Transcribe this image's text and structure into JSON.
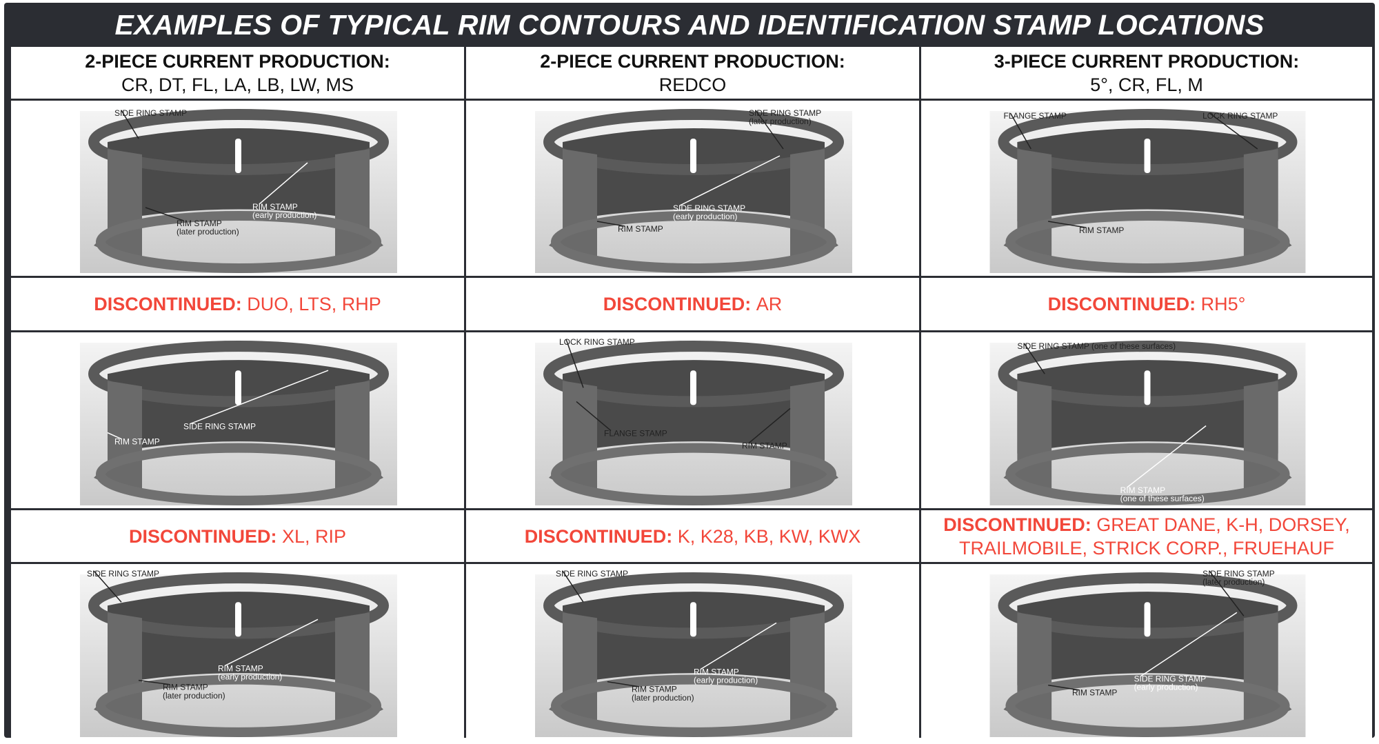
{
  "title": "EXAMPLES OF TYPICAL RIM CONTOURS AND IDENTIFICATION STAMP LOCATIONS",
  "headers": [
    {
      "line1": "2-PIECE CURRENT PRODUCTION:",
      "line2": "CR, DT, FL, LA, LB, LW, MS"
    },
    {
      "line1": "2-PIECE CURRENT PRODUCTION:",
      "line2": "REDCO"
    },
    {
      "line1": "3-PIECE CURRENT PRODUCTION:",
      "line2": "5°, CR, FL, M"
    }
  ],
  "discontinued_label": "DISCONTINUED",
  "discontinued": [
    {
      "label": "DISCONTINUED:",
      "value": "DUO, LTS, RHP"
    },
    {
      "label": "DISCONTINUED:",
      "value": "AR"
    },
    {
      "label": "DISCONTINUED:",
      "value": "RH5°"
    },
    {
      "label": "DISCONTINUED:",
      "value": "XL, RIP"
    },
    {
      "label": "DISCONTINUED:",
      "value": "K, K28, KB, KW, KWX"
    },
    {
      "label": "DISCONTINUED:",
      "value": "GREAT DANE, K-H, DORSEY, TRAILMOBILE, STRICK CORP., FRUEHAUF"
    }
  ],
  "images": [
    {
      "labels": [
        "SIDE RING STAMP",
        "RIM STAMP",
        "(early production)",
        "RIM STAMP",
        "(later production)"
      ]
    },
    {
      "labels": [
        "SIDE RING STAMP",
        "(later production)",
        "SIDE RING STAMP",
        "(early production)",
        "RIM STAMP"
      ]
    },
    {
      "labels": [
        "FLANGE STAMP",
        "LOCK RING STAMP",
        "RIM STAMP"
      ]
    },
    {
      "labels": [
        "SIDE RING STAMP",
        "RIM STAMP"
      ]
    },
    {
      "labels": [
        "LOCK RING STAMP",
        "FLANGE STAMP",
        "RIM STAMP"
      ]
    },
    {
      "labels": [
        "SIDE RING STAMP (one of these surfaces)",
        "RIM STAMP",
        "(one of these surfaces)"
      ]
    },
    {
      "labels": [
        "SIDE RING STAMP",
        "RIM STAMP",
        "(early production)",
        "RIM STAMP",
        "(later production)"
      ]
    },
    {
      "labels": [
        "SIDE RING STAMP",
        "RIM STAMP",
        "(early production)",
        "RIM STAMP",
        "(later production)"
      ]
    },
    {
      "labels": [
        "SIDE RING STAMP",
        "(later production)",
        "SIDE RING STAMP",
        "(early production)",
        "RIM STAMP"
      ]
    }
  ]
}
